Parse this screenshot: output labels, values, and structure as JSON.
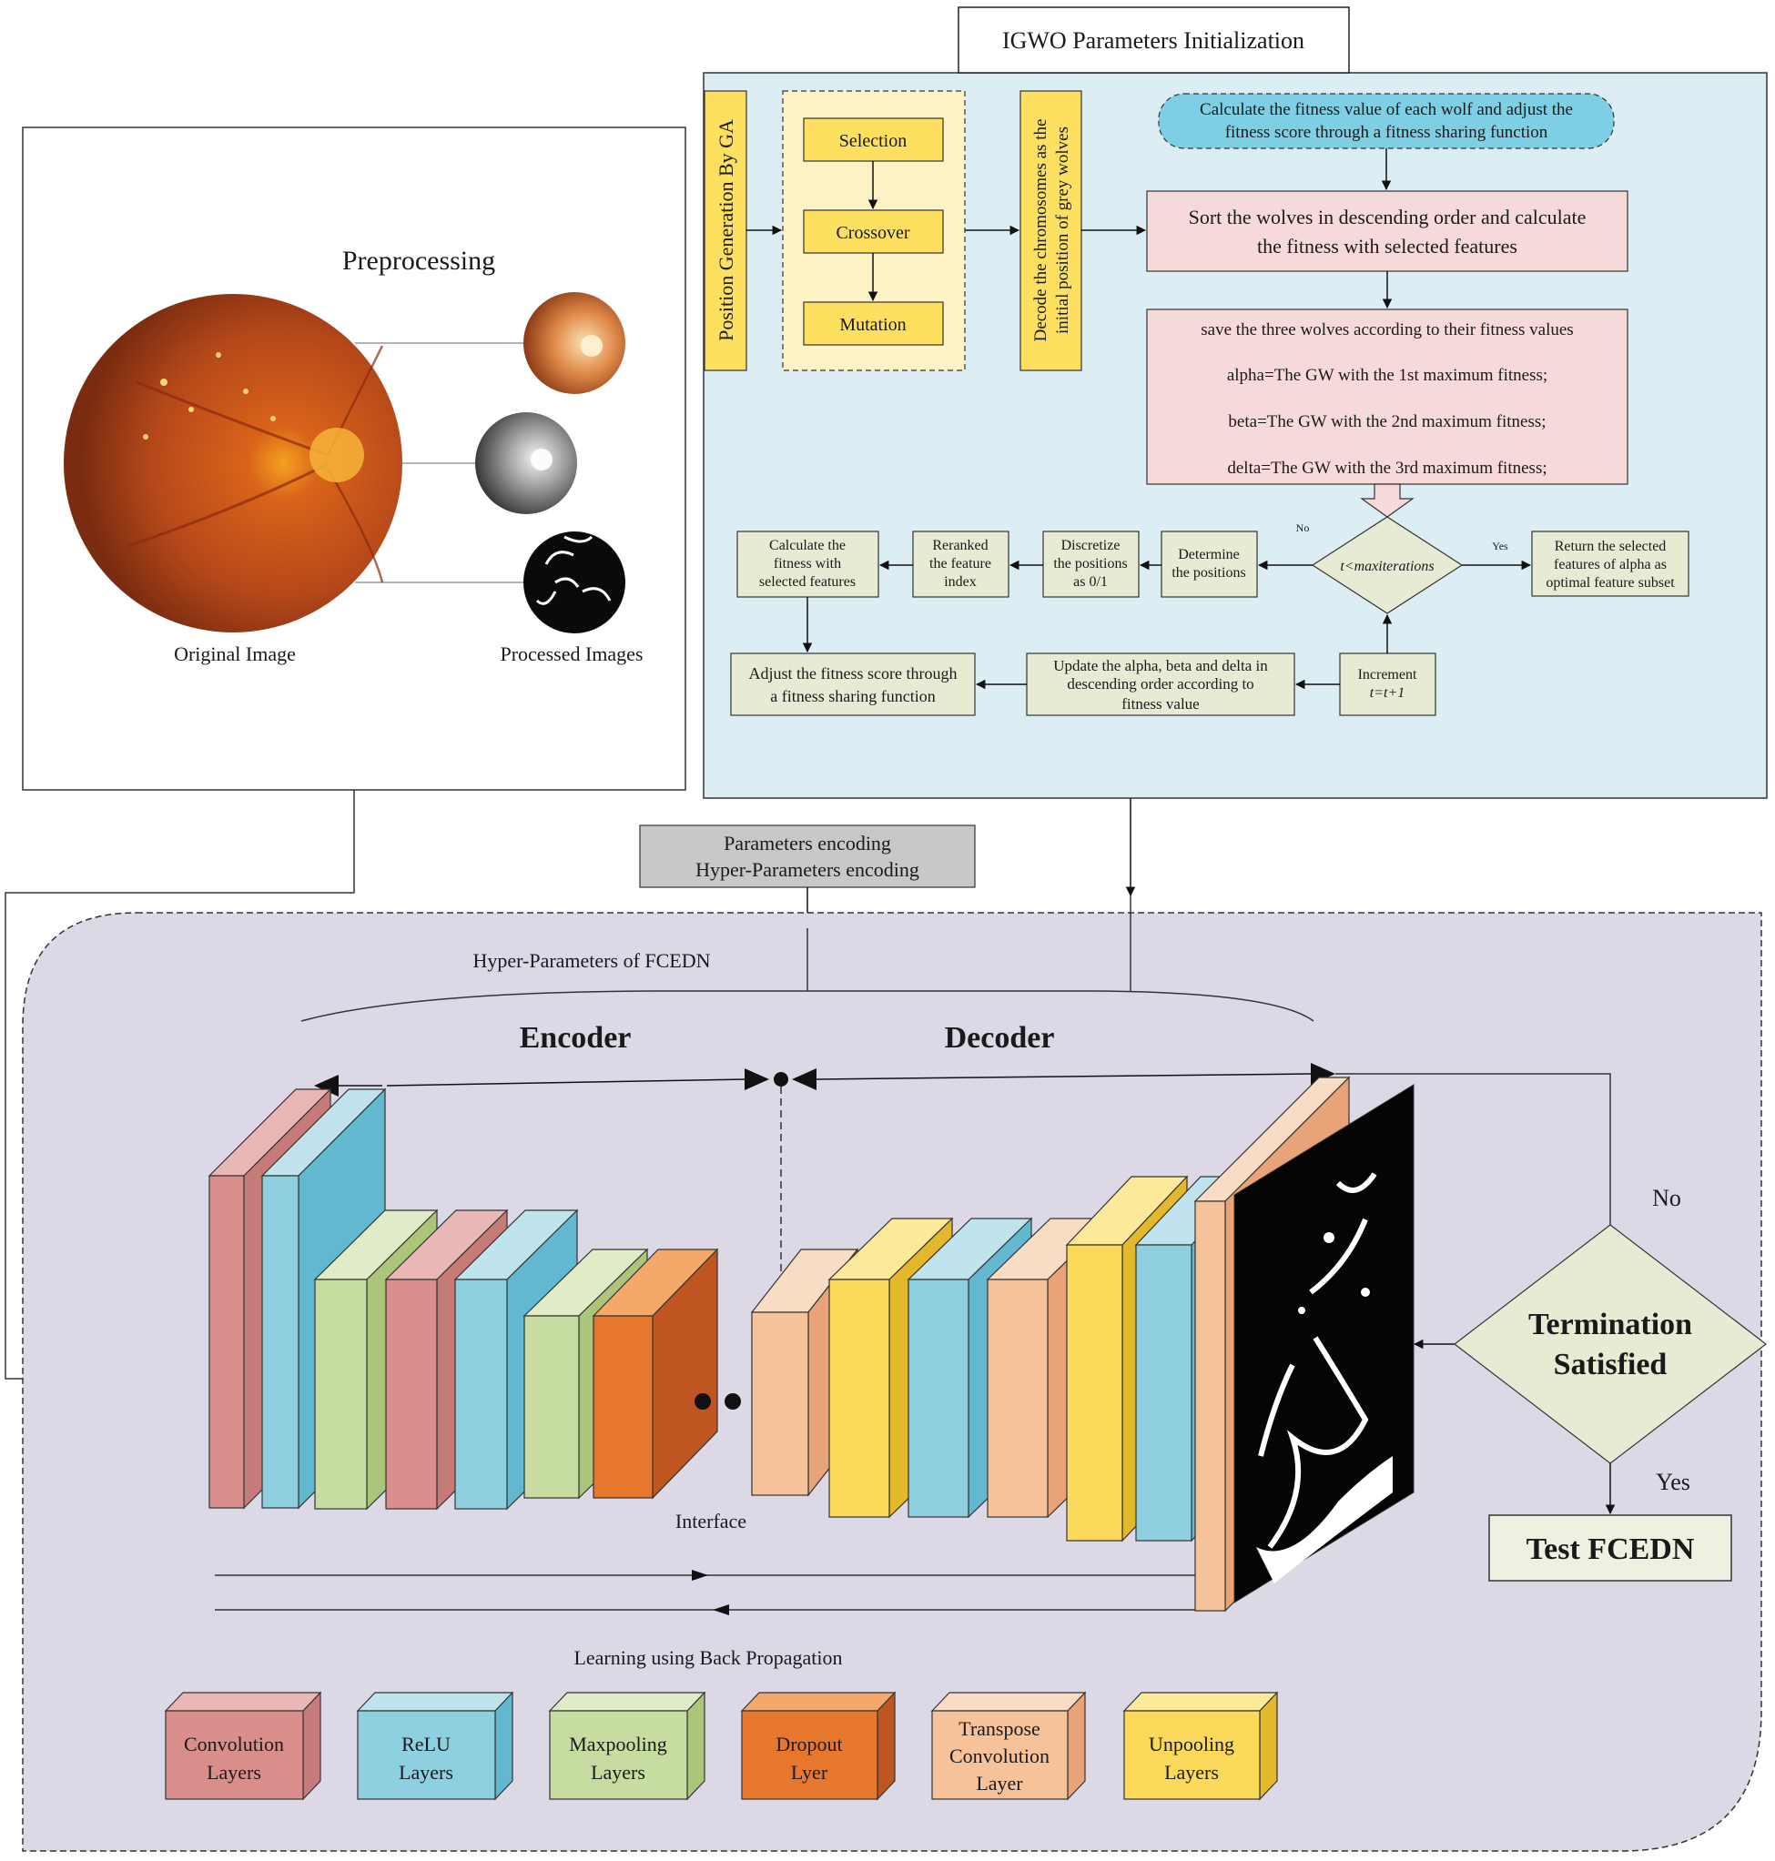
{
  "igwo": {
    "title": "IGWO Parameters Initialization",
    "position_generation": "Position Generation By GA",
    "ga_steps": [
      "Selection",
      "Crossover",
      "Mutation"
    ],
    "decode": [
      "Decode the chromosomes as the",
      "initial position of grey wolves"
    ],
    "fitness_calc": [
      "Calculate the fitness value of each wolf and adjust the",
      "fitness score through a fitness sharing function"
    ],
    "sort": [
      "Sort the wolves in descending order and calculate",
      "the fitness with selected features"
    ],
    "save": [
      "save the three wolves according to their fitness values",
      "alpha=The GW with the 1st maximum fitness;",
      "beta=The GW with the 2nd maximum fitness;",
      "delta=The GW with the 3rd maximum fitness;"
    ],
    "condition": "t<maxiterations",
    "no_small": "No",
    "yes_small": "Yes",
    "return_box": [
      "Return the selected",
      "features of alpha as",
      "optimal feature subset"
    ],
    "determine": [
      "Determine",
      "the positions"
    ],
    "discretize": [
      "Discretize",
      "the positions",
      "as 0/1"
    ],
    "reranked": [
      "Reranked",
      "the feature",
      "index"
    ],
    "calc_selected": [
      "Calculate the",
      "fitness with",
      "selected features"
    ],
    "adjust": [
      "Adjust the fitness score through",
      "a fitness sharing function"
    ],
    "update": [
      "Update the alpha, beta and delta in",
      "descending order according to",
      "fitness value"
    ],
    "increment": [
      "Increment",
      "t=t+1"
    ]
  },
  "preprocessing": {
    "title": "Preprocessing",
    "original_label": "Original Image",
    "processed_label": "Processed Images"
  },
  "encoding": [
    "Parameters encoding",
    "Hyper-Parameters encoding"
  ],
  "fcedn": {
    "hyper_label": "Hyper-Parameters of FCEDN",
    "encoder": "Encoder",
    "decoder": "Decoder",
    "interface": "Interface",
    "backprop": "Learning using Back Propagation",
    "termination": [
      "Termination",
      "Satisfied"
    ],
    "no": "No",
    "yes": "Yes",
    "test": "Test FCEDN"
  },
  "legend": [
    {
      "label": [
        "Convolution",
        "Layers"
      ],
      "color": "#d98e8c"
    },
    {
      "label": [
        "ReLU",
        "Layers"
      ],
      "color": "#8ecfe0"
    },
    {
      "label": [
        "Maxpooling",
        "Layers"
      ],
      "color": "#c6dca0"
    },
    {
      "label": [
        "Dropout",
        "Lyer"
      ],
      "color": "#e8772e"
    },
    {
      "label": [
        "Transpose",
        "Convolution",
        "Layer"
      ],
      "color": "#f6c29a"
    },
    {
      "label": [
        "Unpooling",
        "Layers"
      ],
      "color": "#fbd95a"
    }
  ],
  "colors": {
    "conv": "#d98e8c",
    "relu": "#8ecfe0",
    "maxpool": "#c6dca0",
    "dropout": "#e8772e",
    "transpose": "#f6c29a",
    "unpool": "#fbd95a",
    "igwo_panel": "#dceef4",
    "pink_box": "#f6d9d9",
    "green_box": "#e7ebd4",
    "ga_yellow": "#fde060",
    "ga_panel": "#fdf3c7",
    "cyan_box": "#7ecfe4",
    "fcedn_panel": "#dcd8e6",
    "gray_box": "#c8c8c8"
  }
}
